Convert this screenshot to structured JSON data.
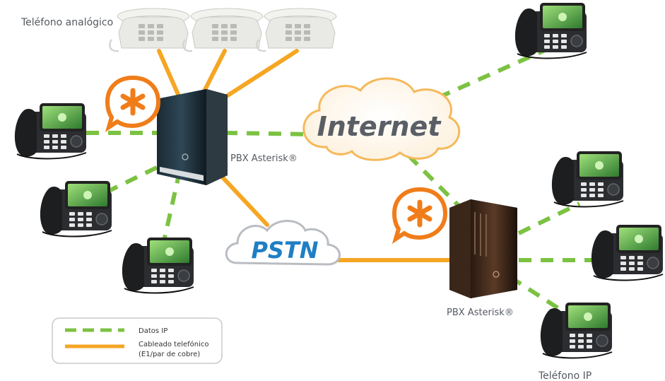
{
  "labels": {
    "analog_phone": "Teléfono analógico",
    "pbx_left": "PBX Asterisk®",
    "pbx_right": "PBX Asterisk®",
    "ip_phone": "Teléfono IP",
    "internet": "Internet",
    "pstn": "PSTN"
  },
  "legend": {
    "ip_data": "Datos IP",
    "phone_cabling_line1": "Cableado telefónico",
    "phone_cabling_line2": "(E1/par de cobre)"
  },
  "colors": {
    "ip_data_line": "#7cc242",
    "phone_cabling_line": "#f5a623",
    "asterisk_orange": "#f07d1a",
    "pstn_blue": "#1f7fc4",
    "internet_text": "#5a5f66"
  }
}
